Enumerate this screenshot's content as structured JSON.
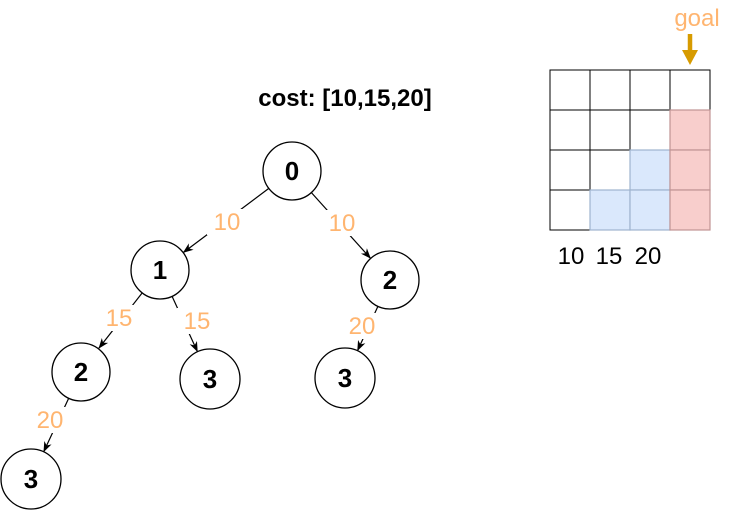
{
  "title": "cost: [10,15,20]",
  "tree": {
    "nodes": [
      {
        "label": "0"
      },
      {
        "label": "1"
      },
      {
        "label": "2"
      },
      {
        "label": "2"
      },
      {
        "label": "3"
      },
      {
        "label": "3"
      },
      {
        "label": "3"
      }
    ],
    "edge_labels": [
      "10",
      "10",
      "15",
      "15",
      "20",
      "20"
    ]
  },
  "grid": {
    "goal_label": "goal",
    "column_labels": [
      "10",
      "15",
      "20"
    ]
  },
  "colors": {
    "edge_label_text": "#ffb570",
    "goal_text": "#ffb570",
    "goal_arrow": "#d79b00",
    "leaf_fill": "#f8cecc",
    "leaf_stroke": "#b85450",
    "visited_cell_fill": "#dae8fc",
    "visited_cell_stroke": "#9fb3cf",
    "goal_cell_fill": "#f8cecc",
    "goal_cell_stroke": "#c09494"
  }
}
